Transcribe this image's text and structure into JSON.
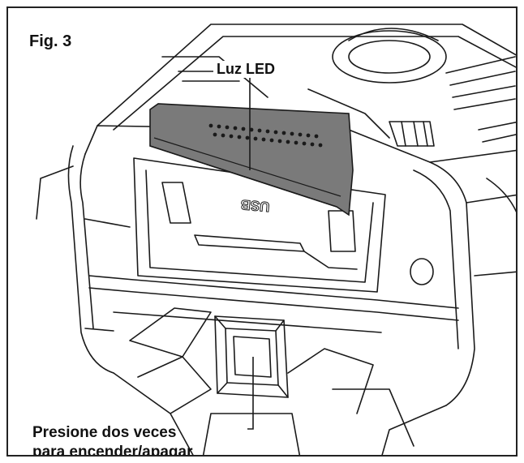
{
  "figure": {
    "label": "Fig. 3"
  },
  "callouts": {
    "led": "Luz LED",
    "button_line1": "Presione dos veces",
    "button_line2": "para encender/apagar"
  },
  "device": {
    "port_label": "USB",
    "led_panel_color": "#7a7a7a",
    "line_color": "#1a1a1a"
  }
}
